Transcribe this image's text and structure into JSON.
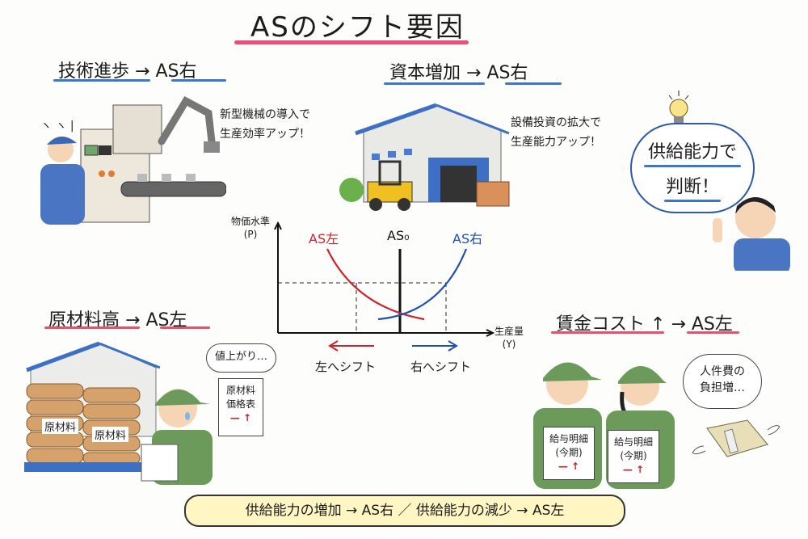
{
  "title": "ASのシフト要因",
  "sections": {
    "tech": {
      "heading_left": "技術進歩",
      "arrow": "→",
      "heading_right": "AS右",
      "note": "新型機械の導入で\n生産効率アップ！"
    },
    "capital": {
      "heading_left": "資本増加",
      "arrow": "→",
      "heading_right": "AS右",
      "note": "設備投資の拡大で\n生産能力アップ！"
    },
    "judge": {
      "line1": "供給能力で",
      "line2": "判断！"
    },
    "materials": {
      "heading_left": "原材料高",
      "arrow": "→",
      "heading_right": "AS左",
      "thought": "値上がり…",
      "sheet_line1": "原材料",
      "sheet_line2": "価格表",
      "bag_label": "原材料"
    },
    "wages": {
      "heading_left": "賃金コスト ↑",
      "arrow": "→",
      "heading_right": "AS左",
      "thought_line1": "人件費の",
      "thought_line2": "負担増…",
      "slip_line1": "給与明細",
      "slip_line2": "(今期)"
    }
  },
  "chart_data": {
    "type": "line",
    "title": "",
    "ylabel": "物価水準\n(P)",
    "ylabel_line1": "物価水準",
    "ylabel_line2": "(P)",
    "xlabel_line1": "生産量",
    "xlabel_line2": "(Y)",
    "series": [
      {
        "name": "AS左",
        "color": "#c9252e",
        "shape": "curve shifted left"
      },
      {
        "name": "AS₀",
        "color": "#111111",
        "shape": "vertical line"
      },
      {
        "name": "AS右",
        "color": "#1f4fae",
        "shape": "curve shifted right"
      }
    ],
    "labels": {
      "as_left": "AS左",
      "as_zero": "AS₀",
      "as_right": "AS右"
    },
    "arrows": {
      "left": "左へシフト",
      "right": "右へシフト"
    },
    "grid": false
  },
  "footer": "供給能力の増加 → AS右 ／ 供給能力の減少 → AS左",
  "colors": {
    "accent_red": "#e0546e",
    "accent_blue": "#3d78c8",
    "footer_bg": "#fff6c4"
  }
}
